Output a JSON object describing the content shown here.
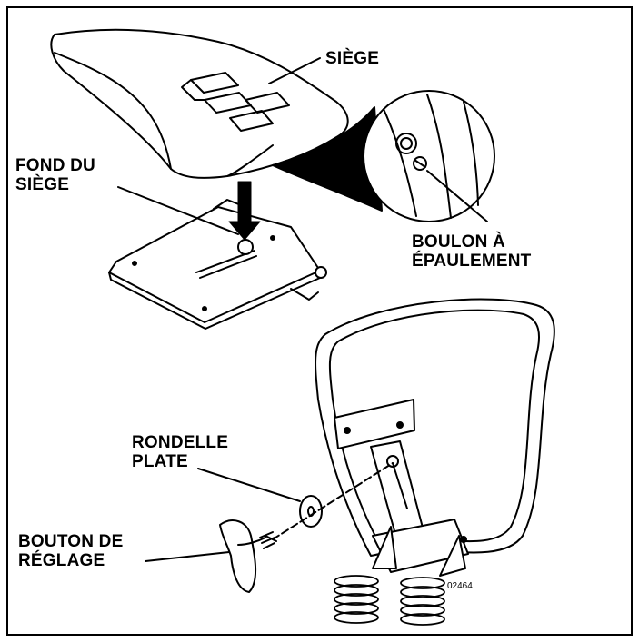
{
  "labels": {
    "siege": "SIÈGE",
    "fond_line1": "FOND DU",
    "fond_line2": "SIÈGE",
    "boulon_line1": "BOULON À",
    "boulon_line2": "ÉPAULEMENT",
    "rondelle_line1": "RONDELLE",
    "rondelle_line2": "PLATE",
    "bouton_line1": "BOUTON DE",
    "bouton_line2": "RÉGLAGE"
  },
  "figure_code": "02464",
  "colors": {
    "ink": "#000000",
    "paper": "#ffffff"
  }
}
